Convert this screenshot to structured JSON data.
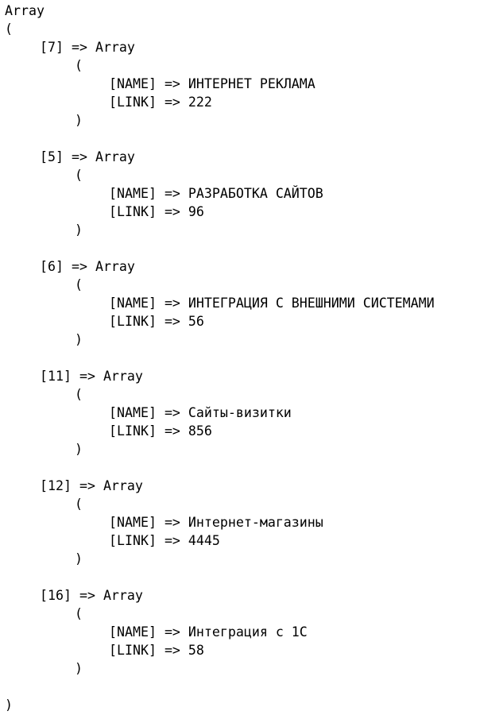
{
  "tokens": {
    "array": "Array",
    "open": "(",
    "close": ")",
    "arrow": " => ",
    "name_key": "[NAME]",
    "link_key": "[LINK]"
  },
  "entries": [
    {
      "key": "[7]",
      "name": "ИНТЕРНЕТ РЕКЛАМА",
      "link": "222"
    },
    {
      "key": "[5]",
      "name": "РАЗРАБОТКА САЙТОВ",
      "link": "96"
    },
    {
      "key": "[6]",
      "name": "ИНТЕГРАЦИЯ С ВНЕШНИМИ СИСТЕМАМИ",
      "link": "56"
    },
    {
      "key": "[11]",
      "name": "Сайты-визитки",
      "link": "856"
    },
    {
      "key": "[12]",
      "name": "Интернет-магазины",
      "link": "4445"
    },
    {
      "key": "[16]",
      "name": "Интеграция с 1С",
      "link": "58"
    }
  ]
}
